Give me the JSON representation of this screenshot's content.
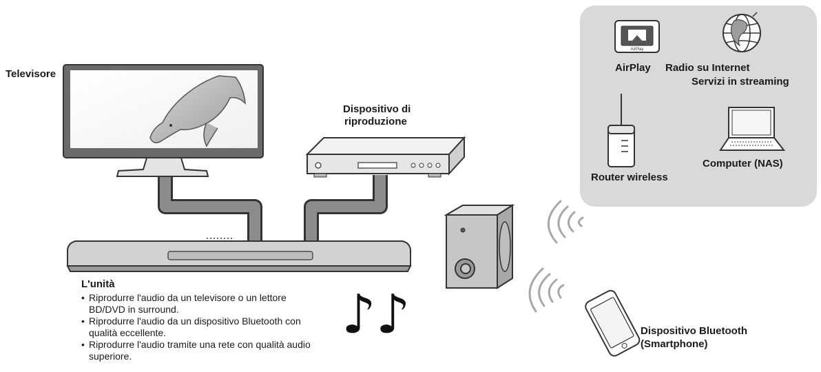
{
  "labels": {
    "tv": "Televisore",
    "playback_device": [
      "Dispositivo di",
      "riproduzione"
    ],
    "airplay": "AirPlay",
    "internet_radio": "Radio su Internet",
    "streaming": "Servizi in streaming",
    "router": "Router wireless",
    "computer": "Computer (NAS)",
    "bluetooth_device": [
      "Dispositivo Bluetooth",
      "(Smartphone)"
    ],
    "airplay_logo_text": "AirPlay"
  },
  "unit": {
    "title": "L'unità",
    "features": [
      "Riprodurre l'audio da un televisore o un lettore BD/DVD in surround.",
      "Riprodurre l'audio da un dispositivo Bluetooth con qualità eccellente.",
      "Riprodurre l'audio tramite una rete con qualità audio superiore."
    ]
  },
  "icons": [
    "television",
    "bd-dvd-player",
    "sound-bar",
    "subwoofer",
    "airplay-icon",
    "globe-icon",
    "router-icon",
    "laptop-icon",
    "smartphone-icon",
    "wifi-waves-icon",
    "music-notes-icon"
  ],
  "colors": {
    "panel": "#d9d9d9",
    "cable": "#8c8c8c",
    "device": "#e6e6e6",
    "outline": "#333333"
  }
}
